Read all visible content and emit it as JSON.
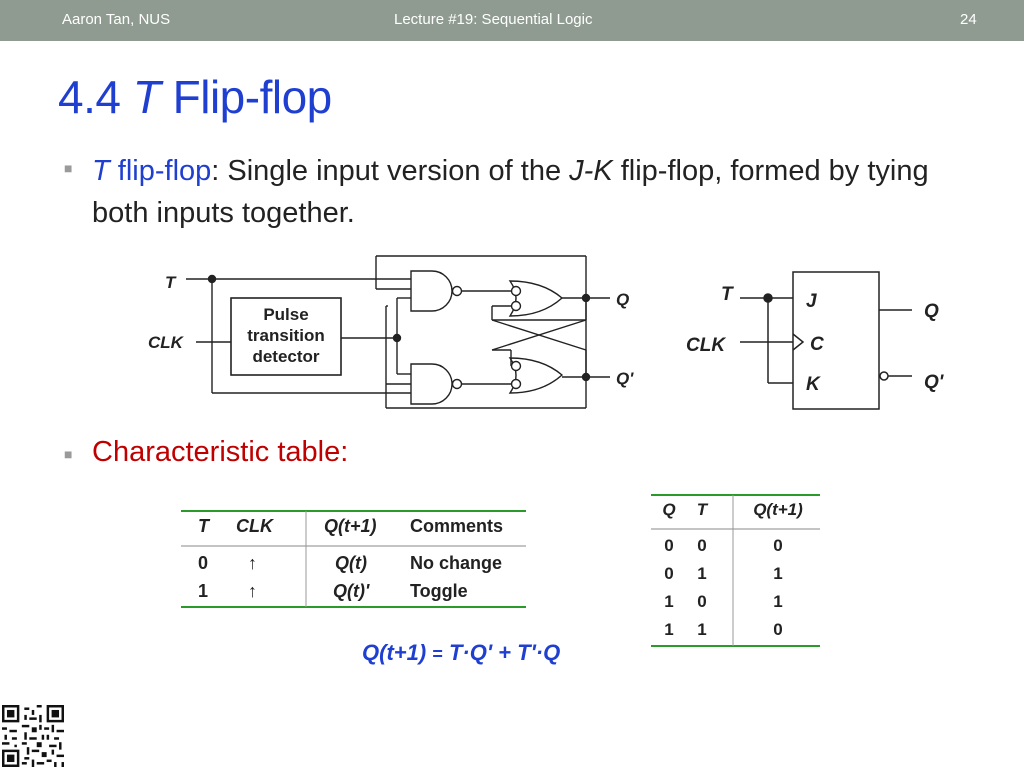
{
  "header": {
    "author": "Aaron Tan, NUS",
    "lecture": "Lecture #19: Sequential Logic",
    "page": "24"
  },
  "title": {
    "number": "4.4",
    "letter": "T",
    "rest": "Flip-flop"
  },
  "definition": {
    "term_letter": "T",
    "term_rest": "flip-flop",
    "text_before_jk": ": Single input version of the ",
    "jk": "J-K",
    "text_after_jk": "flip-flop, formed by tying both inputs together."
  },
  "circuit": {
    "t_label": "T",
    "clk_label": "CLK",
    "pulse_line1": "Pulse",
    "pulse_line2": "transition",
    "pulse_line3": "detector",
    "q_label": "Q",
    "qbar_label": "Q'"
  },
  "jk_block": {
    "t_label": "T",
    "clk_label": "CLK",
    "j": "J",
    "c": "C",
    "k": "K",
    "q": "Q",
    "qbar": "Q'"
  },
  "char_heading": "Characteristic table:",
  "char_table": {
    "headers": [
      "T",
      "CLK",
      "Q(t+1)",
      "Comments"
    ],
    "rows": [
      [
        "0",
        "↑",
        "Q(t)",
        "No change"
      ],
      [
        "1",
        "↑",
        "Q(t)'",
        "Toggle"
      ]
    ]
  },
  "truth_table": {
    "headers": [
      "Q",
      "T",
      "Q(t+1)"
    ],
    "rows": [
      [
        "0",
        "0",
        "0"
      ],
      [
        "0",
        "1",
        "1"
      ],
      [
        "1",
        "0",
        "1"
      ],
      [
        "1",
        "1",
        "0"
      ]
    ]
  },
  "equation": {
    "lhs": "Q(t+1)",
    "equals": "=",
    "rhs": "T·Q' + T'·Q"
  },
  "colors": {
    "header_bg": "#8f9b90",
    "title_blue": "#1f3fd1",
    "heading_red": "#c00000",
    "rule_green": "#2a9a2a"
  },
  "icons": {
    "bullet": "square-bullet-icon",
    "qr": "qr-code-icon"
  }
}
